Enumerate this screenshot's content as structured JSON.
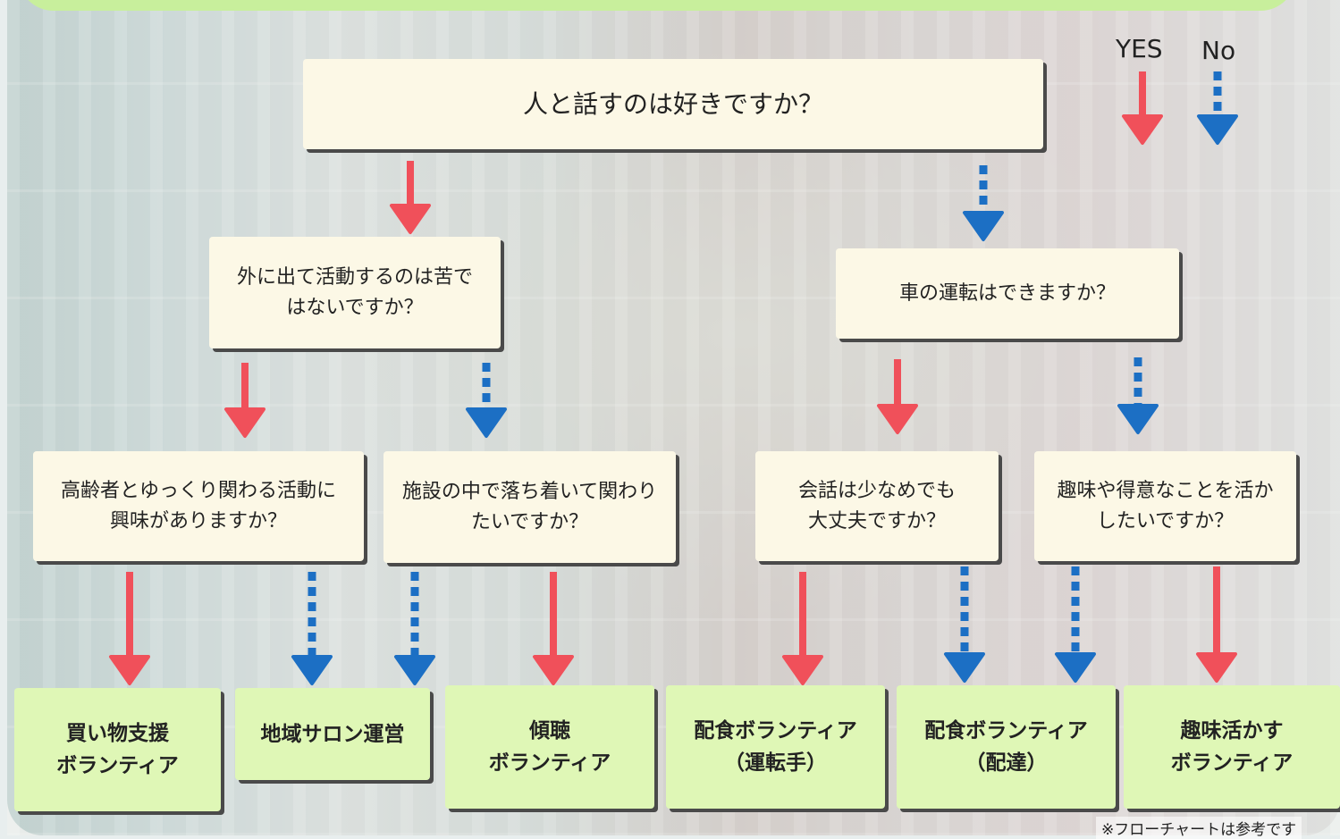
{
  "colors": {
    "yes": "#f0505a",
    "no": "#1c6fc4",
    "question_bg": "#fcf8e6",
    "answer_bg": "#dff7b6",
    "header_bg": "#c8ef9c"
  },
  "legend": {
    "yes": "YES",
    "no": "No"
  },
  "questions": {
    "q0": "人と話すのは好きですか？",
    "q1": "外に出て活動するのは苦で\nはないですか？",
    "q2": "車の運転はできますか？",
    "q3": "高齢者とゆっくり関わる活動に\n興味がありますか？",
    "q4": "施設の中で落ち着いて関わり\nたいですか？",
    "q5": "会話は少なめでも\n大丈夫ですか？",
    "q6": "趣味や得意なことを活か\nしたいですか？"
  },
  "answers": {
    "a1": "買い物支援\nボランティア",
    "a2": "地域サロン運営",
    "a3": "傾聴\nボランティア",
    "a4": "配食ボランティア\n（運転手）",
    "a5": "配食ボランティア\n（配達）",
    "a6": "趣味活かす\nボランティア"
  },
  "footnote": "※フローチャートは参考です"
}
